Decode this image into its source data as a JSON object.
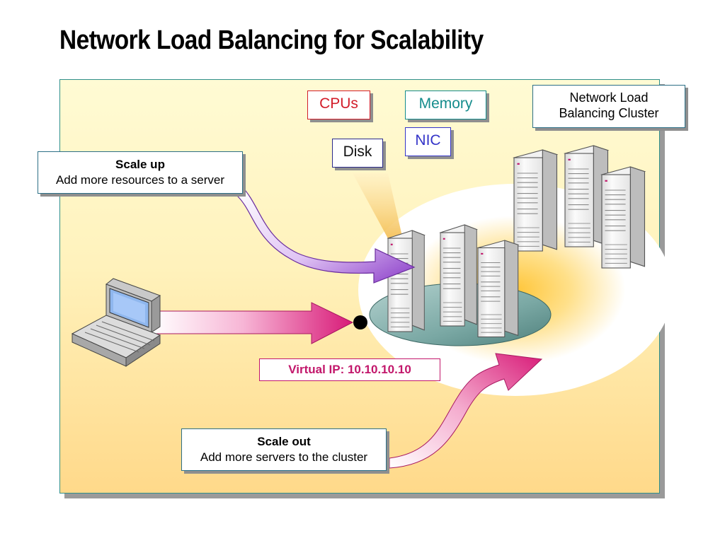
{
  "slide": {
    "title": "Network Load Balancing for Scalability"
  },
  "resources": {
    "cpus": "CPUs",
    "memory": "Memory",
    "nic": "NIC",
    "disk": "Disk"
  },
  "cluster_label": {
    "line1": "Network Load",
    "line2": "Balancing Cluster"
  },
  "scale_up": {
    "title": "Scale up",
    "text": "Add more resources to a server"
  },
  "scale_out": {
    "title": "Scale out",
    "text": "Add more servers to the cluster"
  },
  "virtual_ip": "Virtual IP: 10.10.10.10",
  "colors": {
    "accent": "#c2176b",
    "panel_border": "#2f8f8a",
    "cpus": "#d21d2a",
    "memory": "#148c8c",
    "nic": "#3434c8",
    "purple_arrow": "#8a3cc8",
    "pink_arrow": "#d81b78"
  }
}
